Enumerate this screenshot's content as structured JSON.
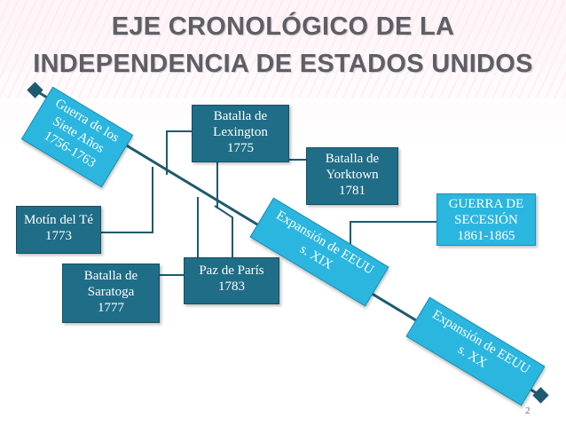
{
  "slide": {
    "title_line1": "EJE CRONOLÓGICO DE LA",
    "title_line2": "INDEPENDENCIA DE ESTADOS UNIDOS",
    "page_number": "2"
  },
  "events": {
    "guerra_siete": {
      "line1": "Guerra de los",
      "line2": "Siete Años",
      "line3": "1756-1763"
    },
    "motin": {
      "line1": "Motín del Té",
      "line2": "1773"
    },
    "lexington": {
      "line1": "Batalla de",
      "line2": "Lexington",
      "line3": "1775"
    },
    "saratoga": {
      "line1": "Batalla de",
      "line2": "Saratoga",
      "line3": "1777"
    },
    "yorktown": {
      "line1": "Batalla de",
      "line2": "Yorktown",
      "line3": "1781"
    },
    "paris": {
      "line1": "Paz de París",
      "line2": "1783"
    },
    "exp_xix": {
      "line1": "Expansión de EEUU",
      "line2": "s. XIX"
    },
    "secesion": {
      "line1": "GUERRA DE",
      "line2": "SECESIÓN",
      "line3": "1861-1865"
    },
    "exp_xx": {
      "line1": "Expansión de EEUU",
      "line2": "s. XX"
    }
  },
  "colors": {
    "dark_box": "#1f6d86",
    "light_box": "#2bb6e0",
    "axis": "#1d5a6e",
    "title": "#5e5e66"
  }
}
